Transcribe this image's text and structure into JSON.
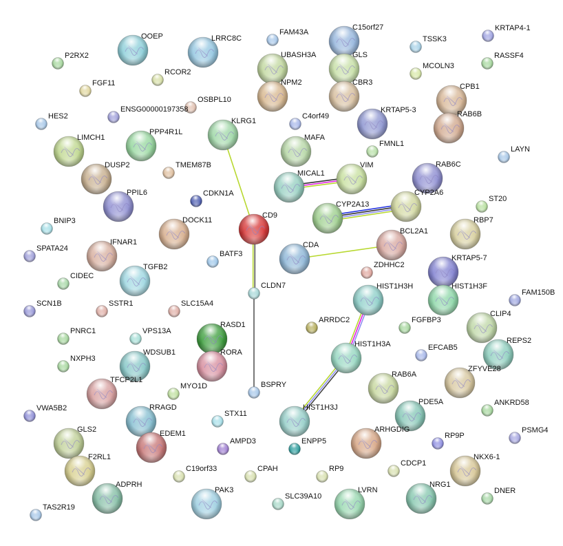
{
  "nodes": [
    {
      "label": "OOEP",
      "color": "#8fd0da",
      "structure": true
    },
    {
      "label": "LRRC8C",
      "color": "#96c8e2",
      "structure": true
    },
    {
      "label": "FAM43A",
      "color": "#a8c8ea",
      "structure": false
    },
    {
      "label": "C15orf27",
      "color": "#98b8de",
      "structure": true
    },
    {
      "label": "TSSK3",
      "color": "#a8d2e8",
      "structure": false
    },
    {
      "label": "KRTAP4-1",
      "color": "#a0a4e2",
      "structure": false
    },
    {
      "label": "P2RX2",
      "color": "#a8d8a0",
      "structure": false
    },
    {
      "label": "UBASH3A",
      "color": "#c2d8a0",
      "structure": true
    },
    {
      "label": "GLS",
      "color": "#c8e0a8",
      "structure": true
    },
    {
      "label": "RCOR2",
      "color": "#d8e0a8",
      "structure": false
    },
    {
      "label": "MCOLN3",
      "color": "#d8e8a8",
      "structure": false
    },
    {
      "label": "RASSF4",
      "color": "#a8d8a0",
      "structure": false
    },
    {
      "label": "FGF11",
      "color": "#e2d8a0",
      "structure": false
    },
    {
      "label": "NPM2",
      "color": "#d8b890",
      "structure": true
    },
    {
      "label": "CBR3",
      "color": "#d8c0a0",
      "structure": true
    },
    {
      "label": "CPB1",
      "color": "#d8b898",
      "structure": true
    },
    {
      "label": "OSBPL10",
      "color": "#e2c2b2",
      "structure": false
    },
    {
      "label": "ENSG00000197358",
      "color": "#a0a0da",
      "structure": false
    },
    {
      "label": "HES2",
      "color": "#a8c8e8",
      "structure": false
    },
    {
      "label": "C4orf49",
      "color": "#a8b8ea",
      "structure": false
    },
    {
      "label": "KRTAP5-3",
      "color": "#9098d2",
      "structure": true
    },
    {
      "label": "RAB6B",
      "color": "#d2aa90",
      "structure": true
    },
    {
      "label": "KLRG1",
      "color": "#a0d8a8",
      "structure": true
    },
    {
      "label": "LIMCH1",
      "color": "#c0d890",
      "structure": true
    },
    {
      "label": "PPP4R1L",
      "color": "#98d8a0",
      "structure": true
    },
    {
      "label": "MAFA",
      "color": "#b8d8a8",
      "structure": true
    },
    {
      "label": "FMNL1",
      "color": "#b8e0a8",
      "structure": false
    },
    {
      "label": "LAYN",
      "color": "#a8c8e8",
      "structure": false
    },
    {
      "label": "DUSP2",
      "color": "#c8b090",
      "structure": true
    },
    {
      "label": "TMEM87B",
      "color": "#e0c0a0",
      "structure": false
    },
    {
      "label": "MICAL1",
      "color": "#98d0c2",
      "structure": true
    },
    {
      "label": "VIM",
      "color": "#c8e0a0",
      "structure": true
    },
    {
      "label": "RAB6C",
      "color": "#9090d2",
      "structure": true
    },
    {
      "label": "PPIL6",
      "color": "#9090d2",
      "structure": true
    },
    {
      "label": "CDKN1A",
      "color": "#5060b2",
      "structure": false
    },
    {
      "label": "CYP2A13",
      "color": "#a0d090",
      "structure": true
    },
    {
      "label": "CYP2A6",
      "color": "#d2d8a0",
      "structure": true
    },
    {
      "label": "ST20",
      "color": "#b8e0a0",
      "structure": false
    },
    {
      "label": "BNIP3",
      "color": "#a8e0e8",
      "structure": false
    },
    {
      "label": "CD9",
      "color": "#d83a3a",
      "structure": true
    },
    {
      "label": "DOCK11",
      "color": "#d8b090",
      "structure": true
    },
    {
      "label": "RBP7",
      "color": "#d8d0a0",
      "structure": true
    },
    {
      "label": "SPATA24",
      "color": "#a0a0da",
      "structure": false
    },
    {
      "label": "IFNAR1",
      "color": "#d8b0a0",
      "structure": true
    },
    {
      "label": "BATF3",
      "color": "#a0c8ea",
      "structure": false
    },
    {
      "label": "CDA",
      "color": "#90b8d8",
      "structure": true
    },
    {
      "label": "BCL2A1",
      "color": "#d8a8a0",
      "structure": true
    },
    {
      "label": "ZDHHC2",
      "color": "#e0a8a0",
      "structure": false
    },
    {
      "label": "KRTAP5-7",
      "color": "#8484d2",
      "structure": true
    },
    {
      "label": "TGFB2",
      "color": "#a0d8e2",
      "structure": true
    },
    {
      "label": "CIDEC",
      "color": "#a8d8a8",
      "structure": false
    },
    {
      "label": "CLDN7",
      "color": "#a8d8d8",
      "structure": false
    },
    {
      "label": "SCN1B",
      "color": "#9898d8",
      "structure": false
    },
    {
      "label": "SSTR1",
      "color": "#e0b0a8",
      "structure": false
    },
    {
      "label": "SLC15A4",
      "color": "#e0b0a8",
      "structure": false
    },
    {
      "label": "HIST1H3H",
      "color": "#90d0ca",
      "structure": true
    },
    {
      "label": "HIST1H3F",
      "color": "#90d8aa",
      "structure": true
    },
    {
      "label": "FAM150B",
      "color": "#a0a8e0",
      "structure": false
    },
    {
      "label": "ARRDC2",
      "color": "#b8b060",
      "structure": false
    },
    {
      "label": "FGFBP3",
      "color": "#a8d8a0",
      "structure": false
    },
    {
      "label": "CLIP4",
      "color": "#c0d8a8",
      "structure": true
    },
    {
      "label": "PNRC1",
      "color": "#a8d8a0",
      "structure": false
    },
    {
      "label": "VPS13A",
      "color": "#a8e0d8",
      "structure": false
    },
    {
      "label": "RASD1",
      "color": "#40a040",
      "structure": true
    },
    {
      "label": "HIST1H3A",
      "color": "#98d8c2",
      "structure": true
    },
    {
      "label": "REPS2",
      "color": "#90d0c0",
      "structure": true
    },
    {
      "label": "NXPH3",
      "color": "#a8d8a0",
      "structure": false
    },
    {
      "label": "WDSUB1",
      "color": "#88c8c8",
      "structure": true
    },
    {
      "label": "RORA",
      "color": "#d890a0",
      "structure": true
    },
    {
      "label": "EFCAB5",
      "color": "#a8b8ea",
      "structure": false
    },
    {
      "label": "ZFYVE28",
      "color": "#d8c8a0",
      "structure": true
    },
    {
      "label": "TFCP2L1",
      "color": "#d8a0a0",
      "structure": true
    },
    {
      "label": "MYO1D",
      "color": "#c0e0a0",
      "structure": false
    },
    {
      "label": "BSPRY",
      "color": "#a8c8ea",
      "structure": false
    },
    {
      "label": "RAB6A",
      "color": "#c8d8a0",
      "structure": true
    },
    {
      "label": "ANKRD58",
      "color": "#a8d8a0",
      "structure": false
    },
    {
      "label": "VWA5B2",
      "color": "#9090d8",
      "structure": false
    },
    {
      "label": "RRAGD",
      "color": "#88c0d2",
      "structure": true
    },
    {
      "label": "STX11",
      "color": "#a8e0ea",
      "structure": false
    },
    {
      "label": "HIST1H3J",
      "color": "#98d0ca",
      "structure": true
    },
    {
      "label": "PDE5A",
      "color": "#88c8b8",
      "structure": true
    },
    {
      "label": "GLS2",
      "color": "#c0d098",
      "structure": true
    },
    {
      "label": "EDEM1",
      "color": "#c87878",
      "structure": true
    },
    {
      "label": "AMPD3",
      "color": "#a080d2",
      "structure": false
    },
    {
      "label": "ENPP5",
      "color": "#30a0a0",
      "structure": false
    },
    {
      "label": "ARHGDIG",
      "color": "#d8a888",
      "structure": true
    },
    {
      "label": "RP9P",
      "color": "#9090e2",
      "structure": false
    },
    {
      "label": "PSMG4",
      "color": "#a8a8e2",
      "structure": false
    },
    {
      "label": "F2RL1",
      "color": "#d8d090",
      "structure": true
    },
    {
      "label": "NKX6-1",
      "color": "#d8c898",
      "structure": true
    },
    {
      "label": "C19orf33",
      "color": "#d8e0b0",
      "structure": false
    },
    {
      "label": "CPAH",
      "color": "#d8e0b0",
      "structure": false
    },
    {
      "label": "RP9",
      "color": "#d8e0b0",
      "structure": false
    },
    {
      "label": "CDCP1",
      "color": "#d8e0b0",
      "structure": false
    },
    {
      "label": "ADPRH",
      "color": "#88c0a8",
      "structure": true
    },
    {
      "label": "PAK3",
      "color": "#a0d0e2",
      "structure": true
    },
    {
      "label": "SLC39A10",
      "color": "#a8d8c8",
      "structure": false
    },
    {
      "label": "LVRN",
      "color": "#98d8b0",
      "structure": true
    },
    {
      "label": "NRG1",
      "color": "#88c8b0",
      "structure": true
    },
    {
      "label": "DNER",
      "color": "#a8d8a8",
      "structure": false
    },
    {
      "label": "TAS2R19",
      "color": "#a8c8e8",
      "structure": false
    }
  ],
  "edges": [
    {
      "source": "KLRG1",
      "target": "CD9",
      "colors": [
        "#b8d830"
      ]
    },
    {
      "source": "CD9",
      "target": "CLDN7",
      "colors": [
        "#555555",
        "#b8d830"
      ]
    },
    {
      "source": "CLDN7",
      "target": "BSPRY",
      "colors": [
        "#555555"
      ]
    },
    {
      "source": "MICAL1",
      "target": "VIM",
      "colors": [
        "#333333",
        "#e020e0",
        "#b8d830"
      ]
    },
    {
      "source": "CYP2A13",
      "target": "CYP2A6",
      "colors": [
        "#2030e0",
        "#333333",
        "#9090f0",
        "#b8d830"
      ]
    },
    {
      "source": "CDA",
      "target": "BCL2A1",
      "colors": [
        "#b8d830"
      ]
    },
    {
      "source": "HIST1H3H",
      "target": "HIST1H3A",
      "colors": [
        "#9090f0",
        "#e020e0",
        "#b8d830"
      ]
    },
    {
      "source": "HIST1H3A",
      "target": "HIST1H3J",
      "colors": [
        "#444444",
        "#9090f0",
        "#b8d830"
      ]
    }
  ]
}
